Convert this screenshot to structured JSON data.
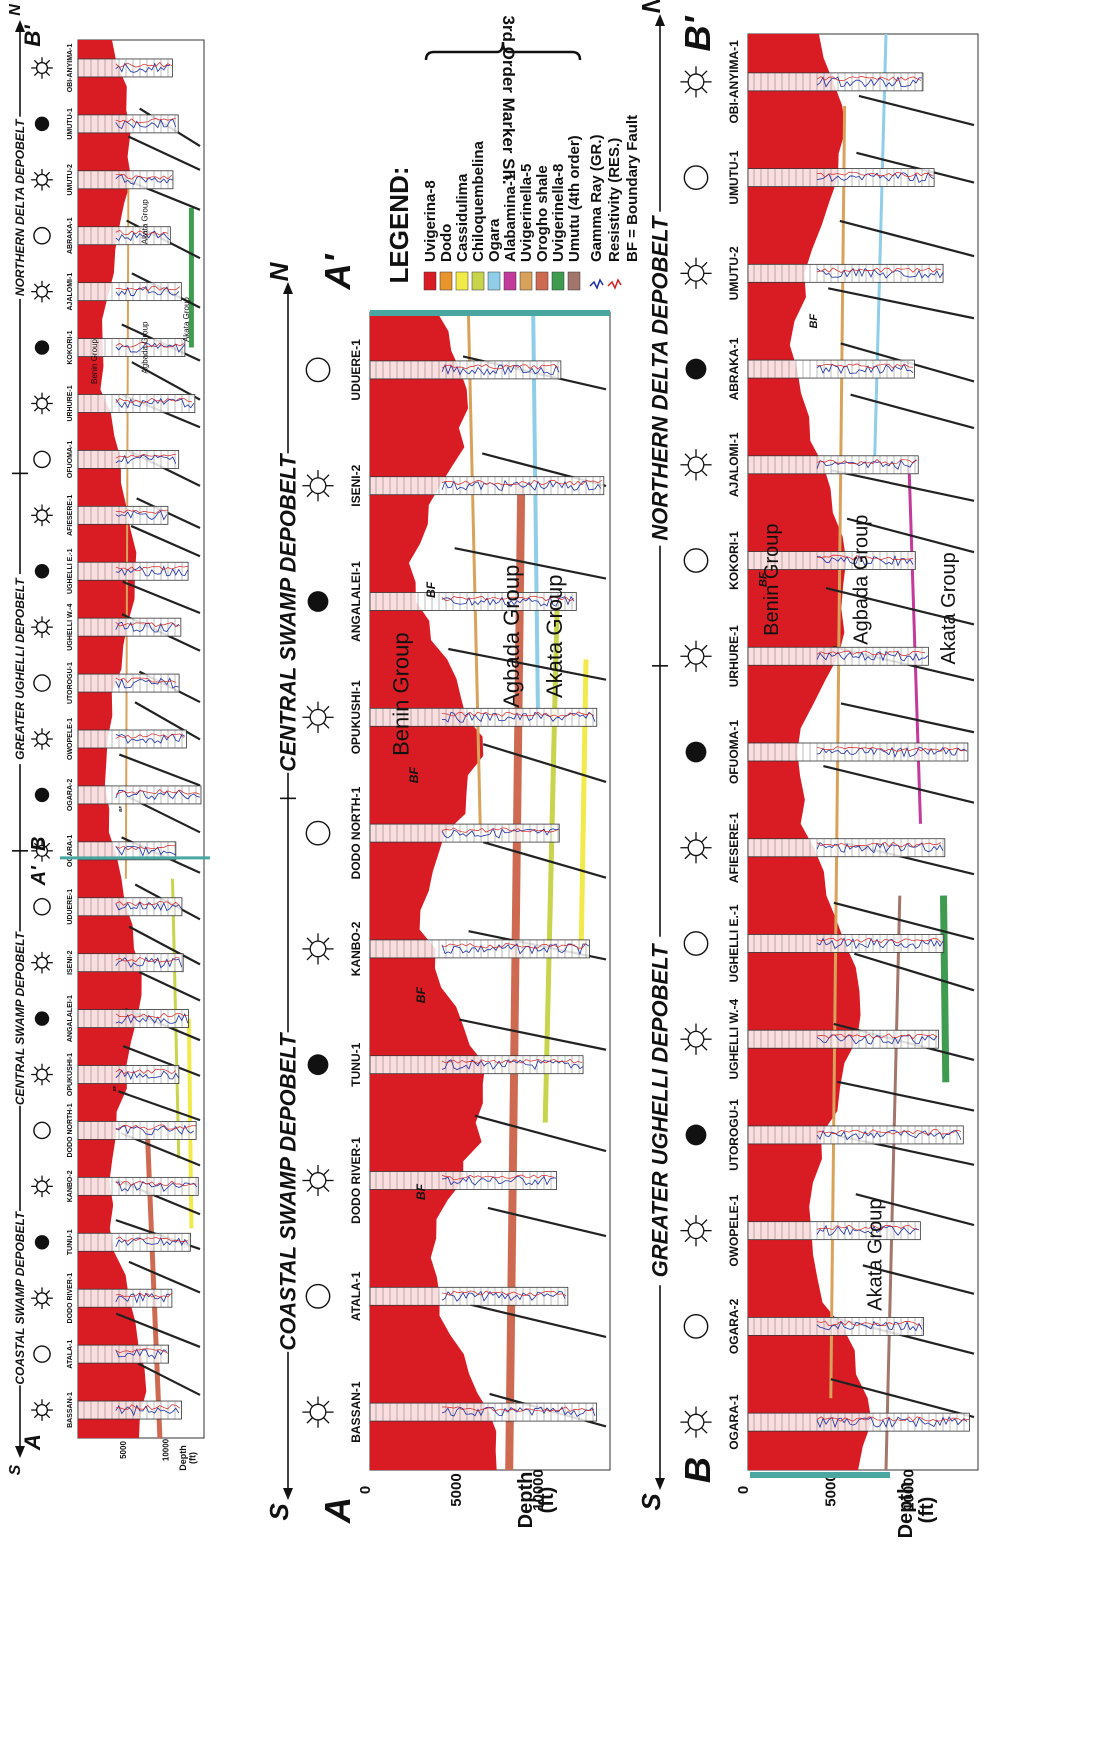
{
  "panels": {
    "left": {
      "south": "S",
      "north": "N",
      "start": "A",
      "end": "B'",
      "a_prime": "A'",
      "b": "B",
      "depth_label": "Depth",
      "depth_unit": "(ft)",
      "ticks": [
        "5000",
        "10000"
      ],
      "depobelts": [
        "COASTAL SWAMP DEPOBELT",
        "CENTRAL SWAMP DEPOBELT",
        "GREATER UGHELLI DEPOBELT",
        "NORTHERN DELTA DEPOBELT"
      ],
      "wells": [
        "BASSAN-1",
        "ATALA-1",
        "DODO RIVER-1",
        "TUNU-1",
        "KANBO-2",
        "DODO NORTH-1",
        "OPUKUSHI-1",
        "ANGALALEI-1",
        "ISENI-2",
        "UDUERE-1",
        "OGARA-1",
        "OGARA-2",
        "OWOPELE-1",
        "UTOROGU-1",
        "UGHELLI W.-4",
        "UGHELLI E.-1",
        "AFIESERE-1",
        "OFUOMA-1",
        "URHURE-1",
        "KOKORI-1",
        "AJALOMI-1",
        "ABRAKA-1",
        "UMUTU-2",
        "UMUTU-1",
        "OBI-ANYIMA-1"
      ],
      "groups": [
        "Benin Group",
        "Agbada Group",
        "Akata Group",
        "Akata Group"
      ],
      "bf": "BF"
    },
    "middle": {
      "south": "S",
      "north": "N",
      "start": "A",
      "end": "A'",
      "depth_label": "Depth",
      "depth_unit": "(ft)",
      "ticks": [
        "0",
        "5000",
        "10000"
      ],
      "depobelts": [
        "COASTAL SWAMP DEPOBELT",
        "CENTRAL SWAMP DEPOBELT"
      ],
      "wells": [
        "BASSAN-1",
        "ATALA-1",
        "DODO RIVER-1",
        "TUNU-1",
        "KANBO-2",
        "DODO NORTH-1",
        "OPUKUSHI-1",
        "ANGALALEI-1",
        "ISENI-2",
        "UDUERE-1"
      ],
      "groups": [
        "Benin Group",
        "Agbada Group",
        "Akata Group"
      ],
      "bf": "BF"
    },
    "right": {
      "south": "S",
      "north": "N",
      "start": "B",
      "end": "B'",
      "depth_label": "Depth",
      "depth_unit": "(ft)",
      "ticks": [
        "0",
        "5000",
        "10000"
      ],
      "depobelts": [
        "GREATER UGHELLI DEPOBELT",
        "NORTHERN DELTA DEPOBELT"
      ],
      "wells": [
        "OGARA-1",
        "OGARA-2",
        "OWOPELE-1",
        "UTOROGU-1",
        "UGHELLI W.-4",
        "UGHELLI E.-1",
        "AFIESERE-1",
        "OFUOMA-1",
        "URHURE-1",
        "KOKORI-1",
        "AJALOMI-1",
        "ABRAKA-1",
        "UMUTU-2",
        "UMUTU-1",
        "OBI-ANYIMA-1"
      ],
      "groups": [
        "Benin Group",
        "Agbada Group",
        "Akata Group",
        "Akata Group"
      ],
      "bf": "BF"
    }
  },
  "legend": {
    "title": "LEGEND:",
    "brace_label": "3rd Order Marker Sh.",
    "items": [
      {
        "label": "Uvigerina-8",
        "color": "#d91c24"
      },
      {
        "label": "Dodo",
        "color": "#e8952c"
      },
      {
        "label": "Cassidulima",
        "color": "#f1ea4a"
      },
      {
        "label": "Chiloquembelina",
        "color": "#c7d44c"
      },
      {
        "label": "Ogara",
        "color": "#8fcde8"
      },
      {
        "label": "Alabamina-1",
        "color": "#c33a9a"
      },
      {
        "label": "Uvigerinella-5",
        "color": "#d9a25b"
      },
      {
        "label": "Orogho shale",
        "color": "#cf6a52"
      },
      {
        "label": "Uvigerinella-8",
        "color": "#3e9b50"
      },
      {
        "label": "Umutu (4th order)",
        "color": "#a2766a"
      }
    ],
    "logs": [
      {
        "label": "Gamma Ray (GR.)",
        "color": "#1a2fa0"
      },
      {
        "label": "Resistivity (RES.)",
        "color": "#d42020"
      },
      {
        "label": "BF = Boundary Fault",
        "color": "#111111"
      }
    ]
  },
  "colors": {
    "benin": "#d91c24",
    "teal": "#4aa6a0",
    "fault": "#222222"
  }
}
